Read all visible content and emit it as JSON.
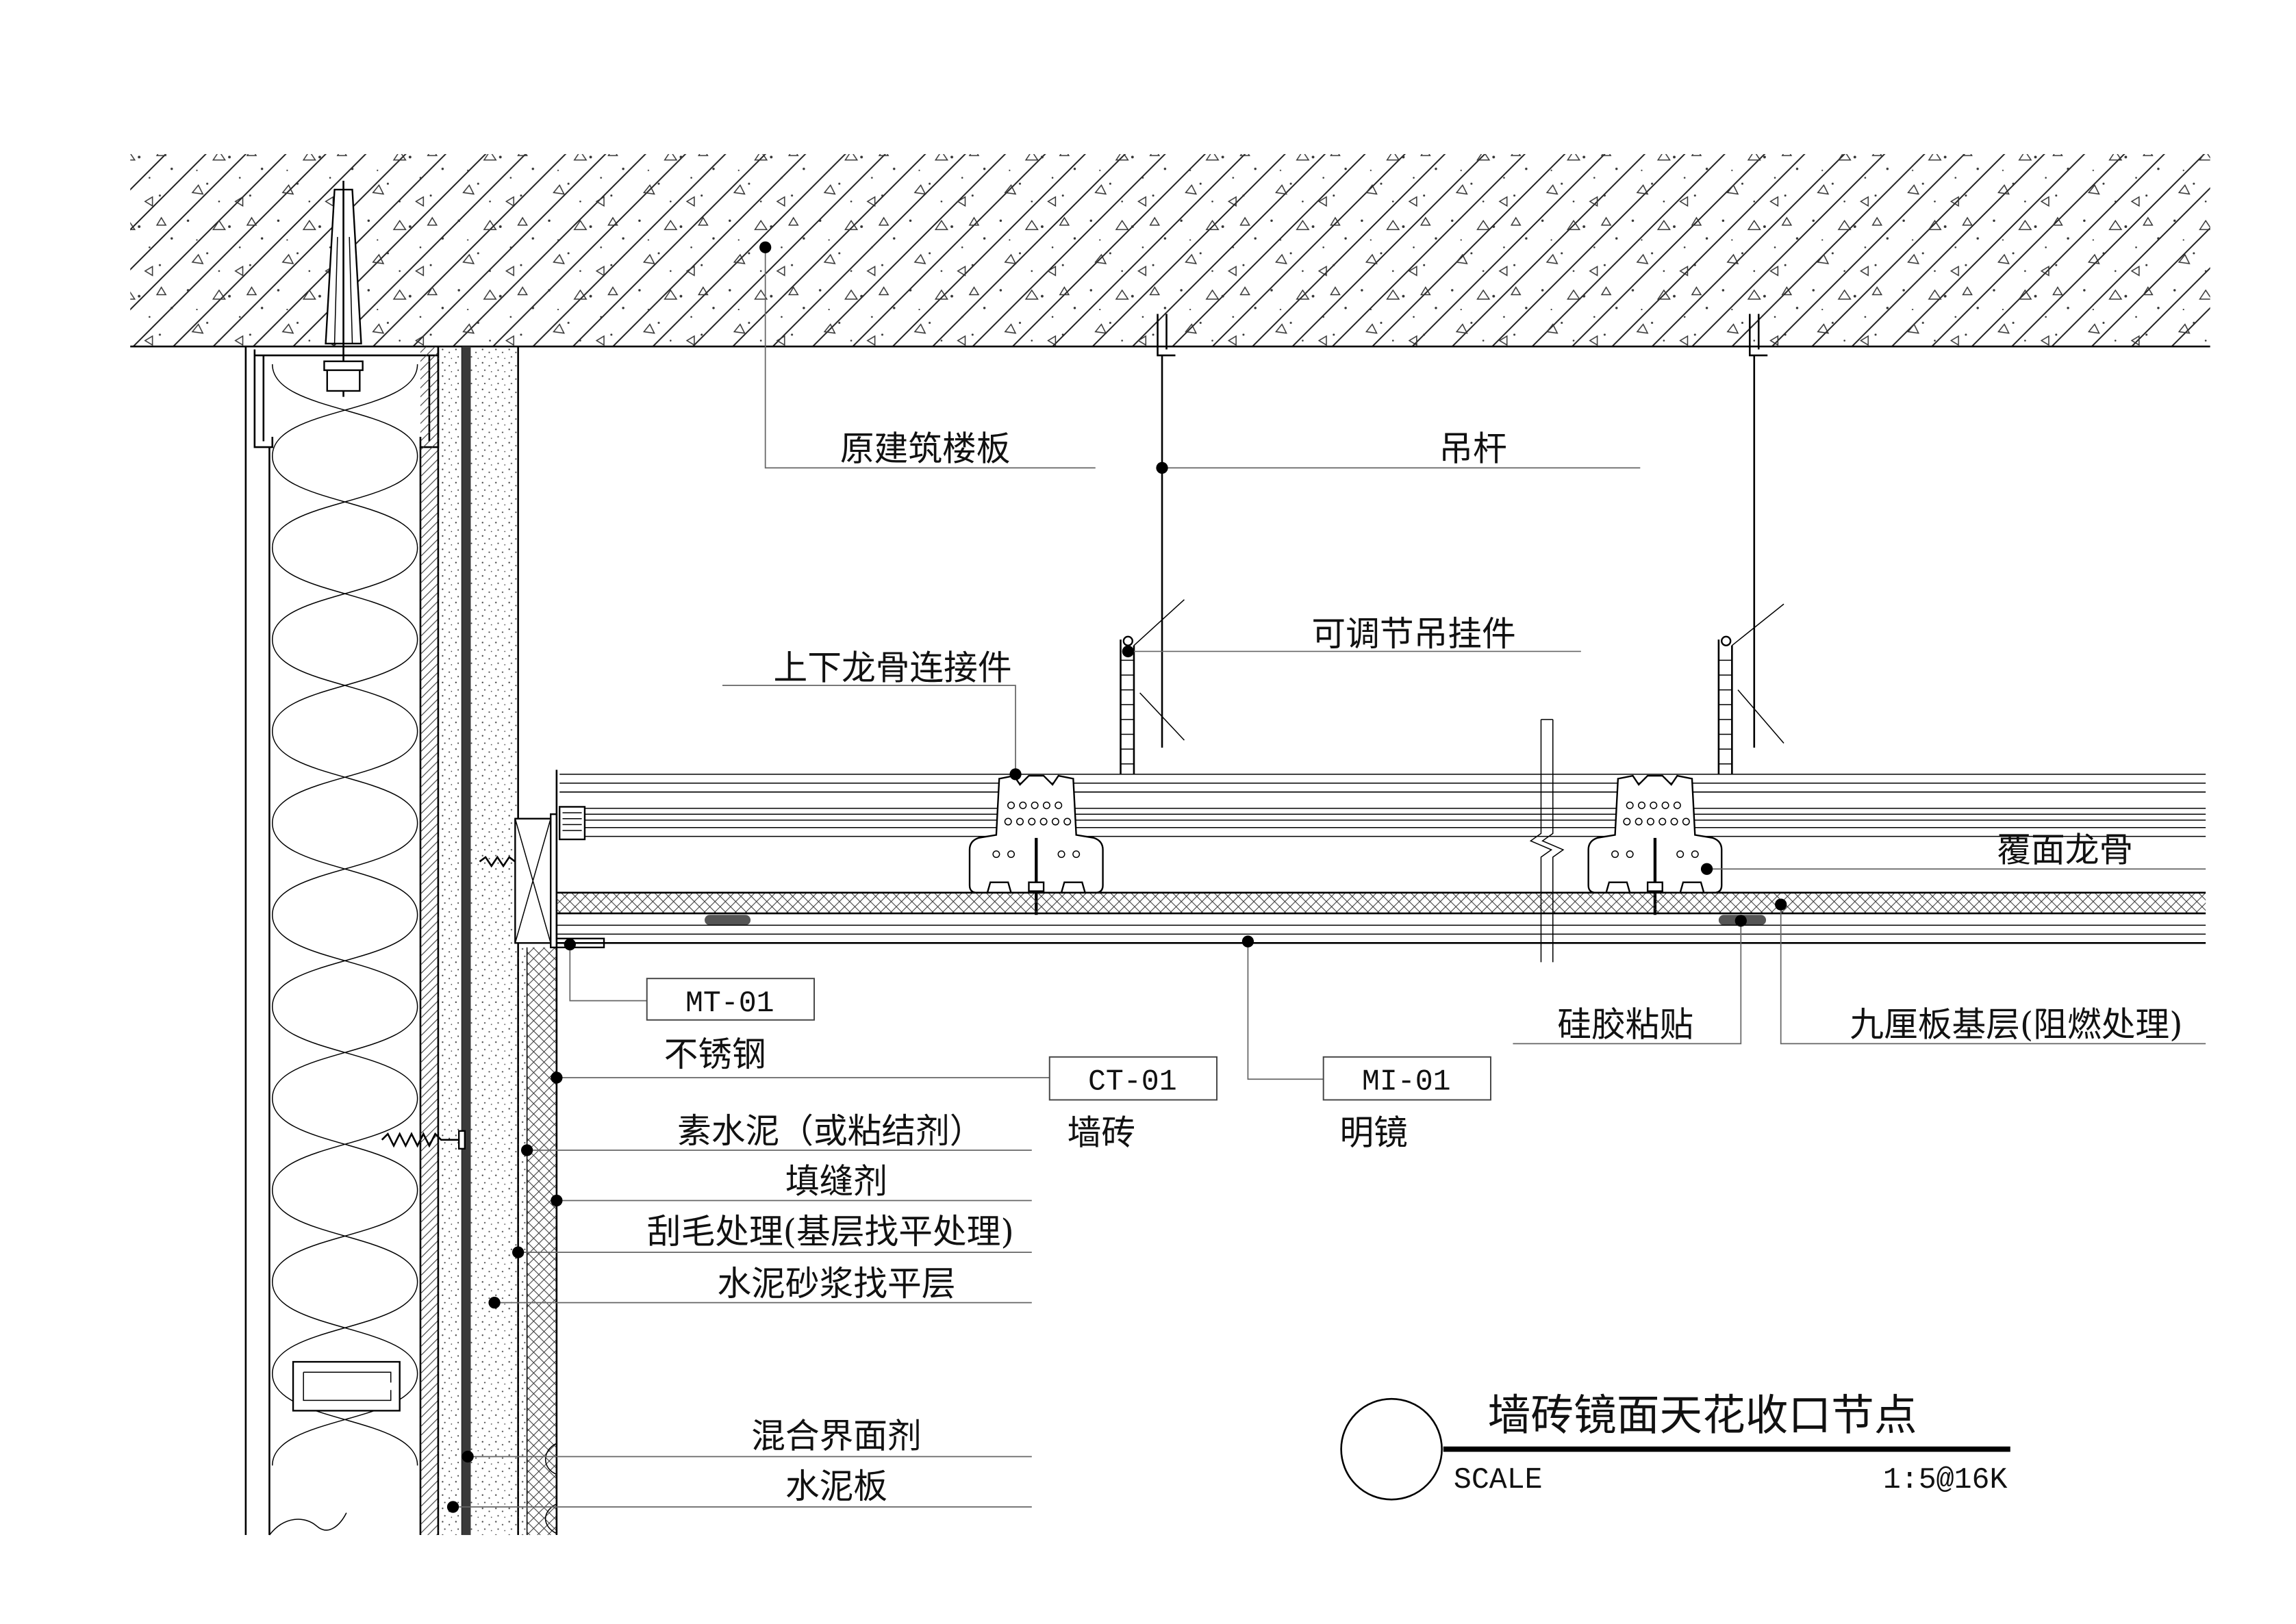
{
  "drawing": {
    "title": "墙砖镜面天花收口节点",
    "scale_label": "SCALE",
    "scale_value": "1:5@16K"
  },
  "callouts": {
    "floor_slab": "原建筑楼板",
    "hanger_rod": "吊杆",
    "adjustable_hanger": "可调节吊挂件",
    "keel_connector": "上下龙骨连接件",
    "cover_keel": "覆面龙骨",
    "silicone": "硅胶粘贴",
    "plywood_base": "九厘板基层(阻燃处理)",
    "plain_cement": "素水泥（或粘结剂）",
    "joint_filler": "填缝剂",
    "roughening": "刮毛处理(基层找平处理)",
    "mortar_layer": "水泥砂浆找平层",
    "interface_agent": "混合界面剂",
    "cement_board": "水泥板"
  },
  "materials": [
    {
      "code": "MT-01",
      "name": "不锈钢"
    },
    {
      "code": "CT-01",
      "name": "墙砖"
    },
    {
      "code": "MI-01",
      "name": "明镜"
    }
  ],
  "colors": {
    "line": "#000000",
    "leader": "#666666",
    "paper": "#ffffff"
  }
}
